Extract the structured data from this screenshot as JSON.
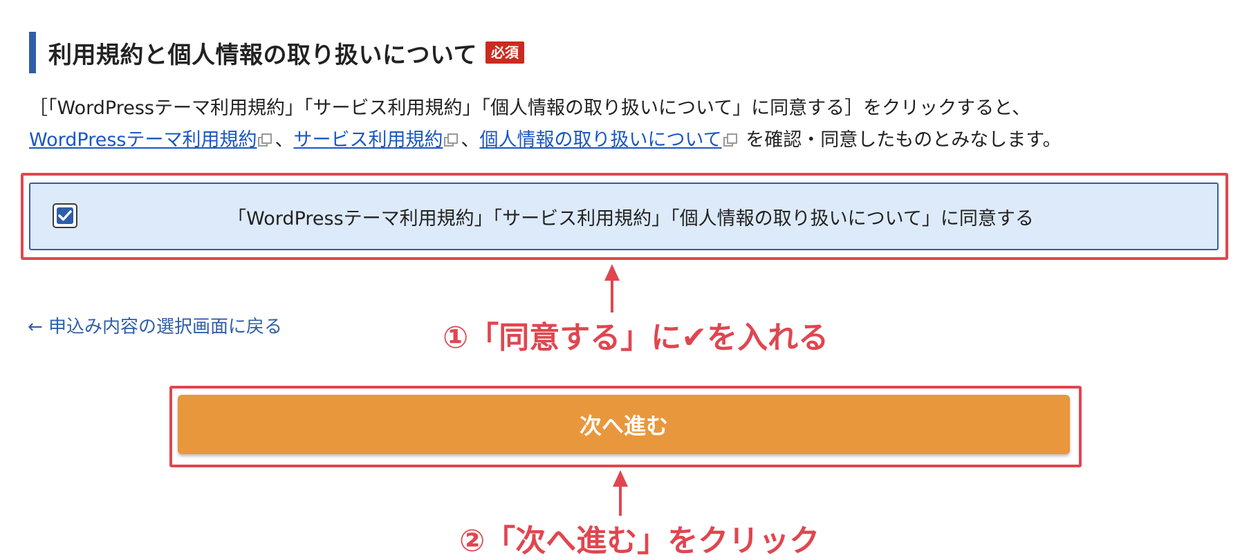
{
  "section": {
    "title": "利用規約と個人情報の取り扱いについて",
    "required_badge": "必須"
  },
  "description": {
    "line1": "［「WordPressテーマ利用規約」「サービス利用規約」「個人情報の取り扱いについて」に同意する］をクリックすると、",
    "link1": "WordPressテーマ利用規約",
    "sep1": "、",
    "link2": "サービス利用規約",
    "sep2": "、",
    "link3": "個人情報の取り扱いについて",
    "suffix": "を確認・同意したものとみなします。"
  },
  "agree": {
    "checked": true,
    "label": "「WordPressテーマ利用規約」「サービス利用規約」「個人情報の取り扱いについて」に同意する"
  },
  "back_link": "← 申込み内容の選択画面に戻る",
  "next_button": "次へ進む",
  "annotations": {
    "step1": "①「同意する」に✔を入れる",
    "step2": "②「次へ進む」をクリック"
  },
  "colors": {
    "accent_blue": "#2f5ea8",
    "annotation_red": "#e0464f",
    "button_orange": "#e9973c",
    "badge_red": "#cc2a1e"
  }
}
